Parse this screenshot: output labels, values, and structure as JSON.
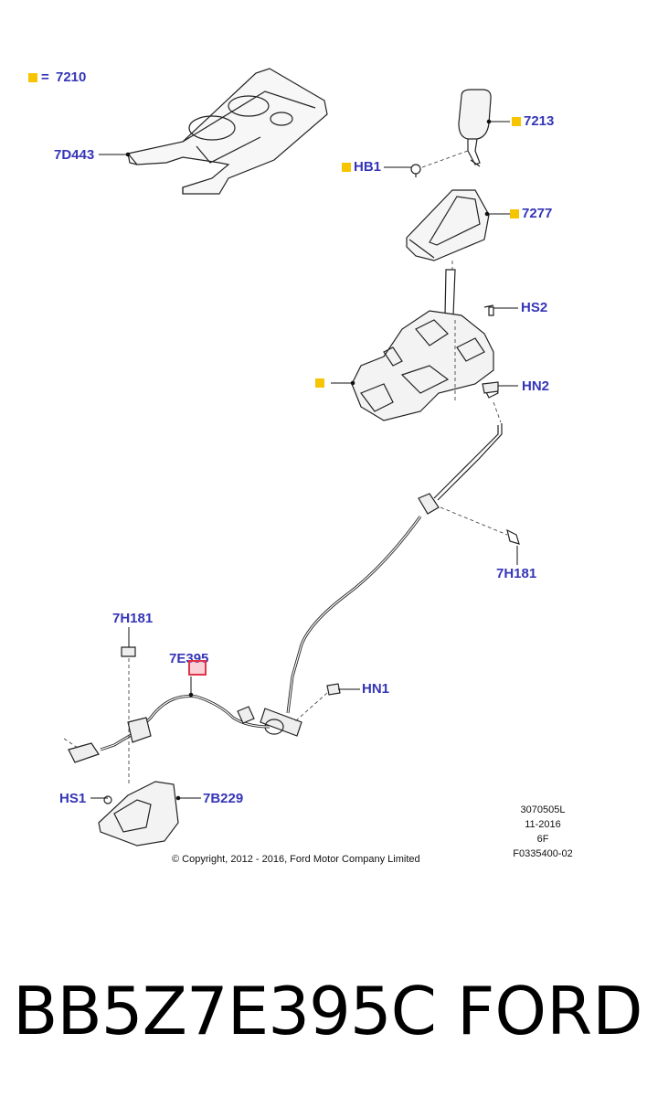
{
  "callouts": {
    "c7210": "7210",
    "c7d443": "7D443",
    "c7213": "7213",
    "chb1": "HB1",
    "c7277": "7277",
    "chs2": "HS2",
    "chn2": "HN2",
    "c7h181_right": "7H181",
    "c7h181_left": "7H181",
    "c7e395": "7E395",
    "chn1": "HN1",
    "chs1": "HS1",
    "c7b229": "7B229"
  },
  "legend": {
    "equals": "="
  },
  "colors": {
    "callout_text": "#3535b8",
    "marker_square": "#f7c400",
    "highlight": "#e0344a"
  },
  "meta": {
    "ref": "3070505L",
    "date": "11-2016",
    "code": "6F",
    "figure": "F0335400-02"
  },
  "copyright": "© Copyright, 2012 - 2016, Ford Motor Company Limited",
  "footer": {
    "part_number": "BB5Z7E395C",
    "brand": "FORD"
  }
}
